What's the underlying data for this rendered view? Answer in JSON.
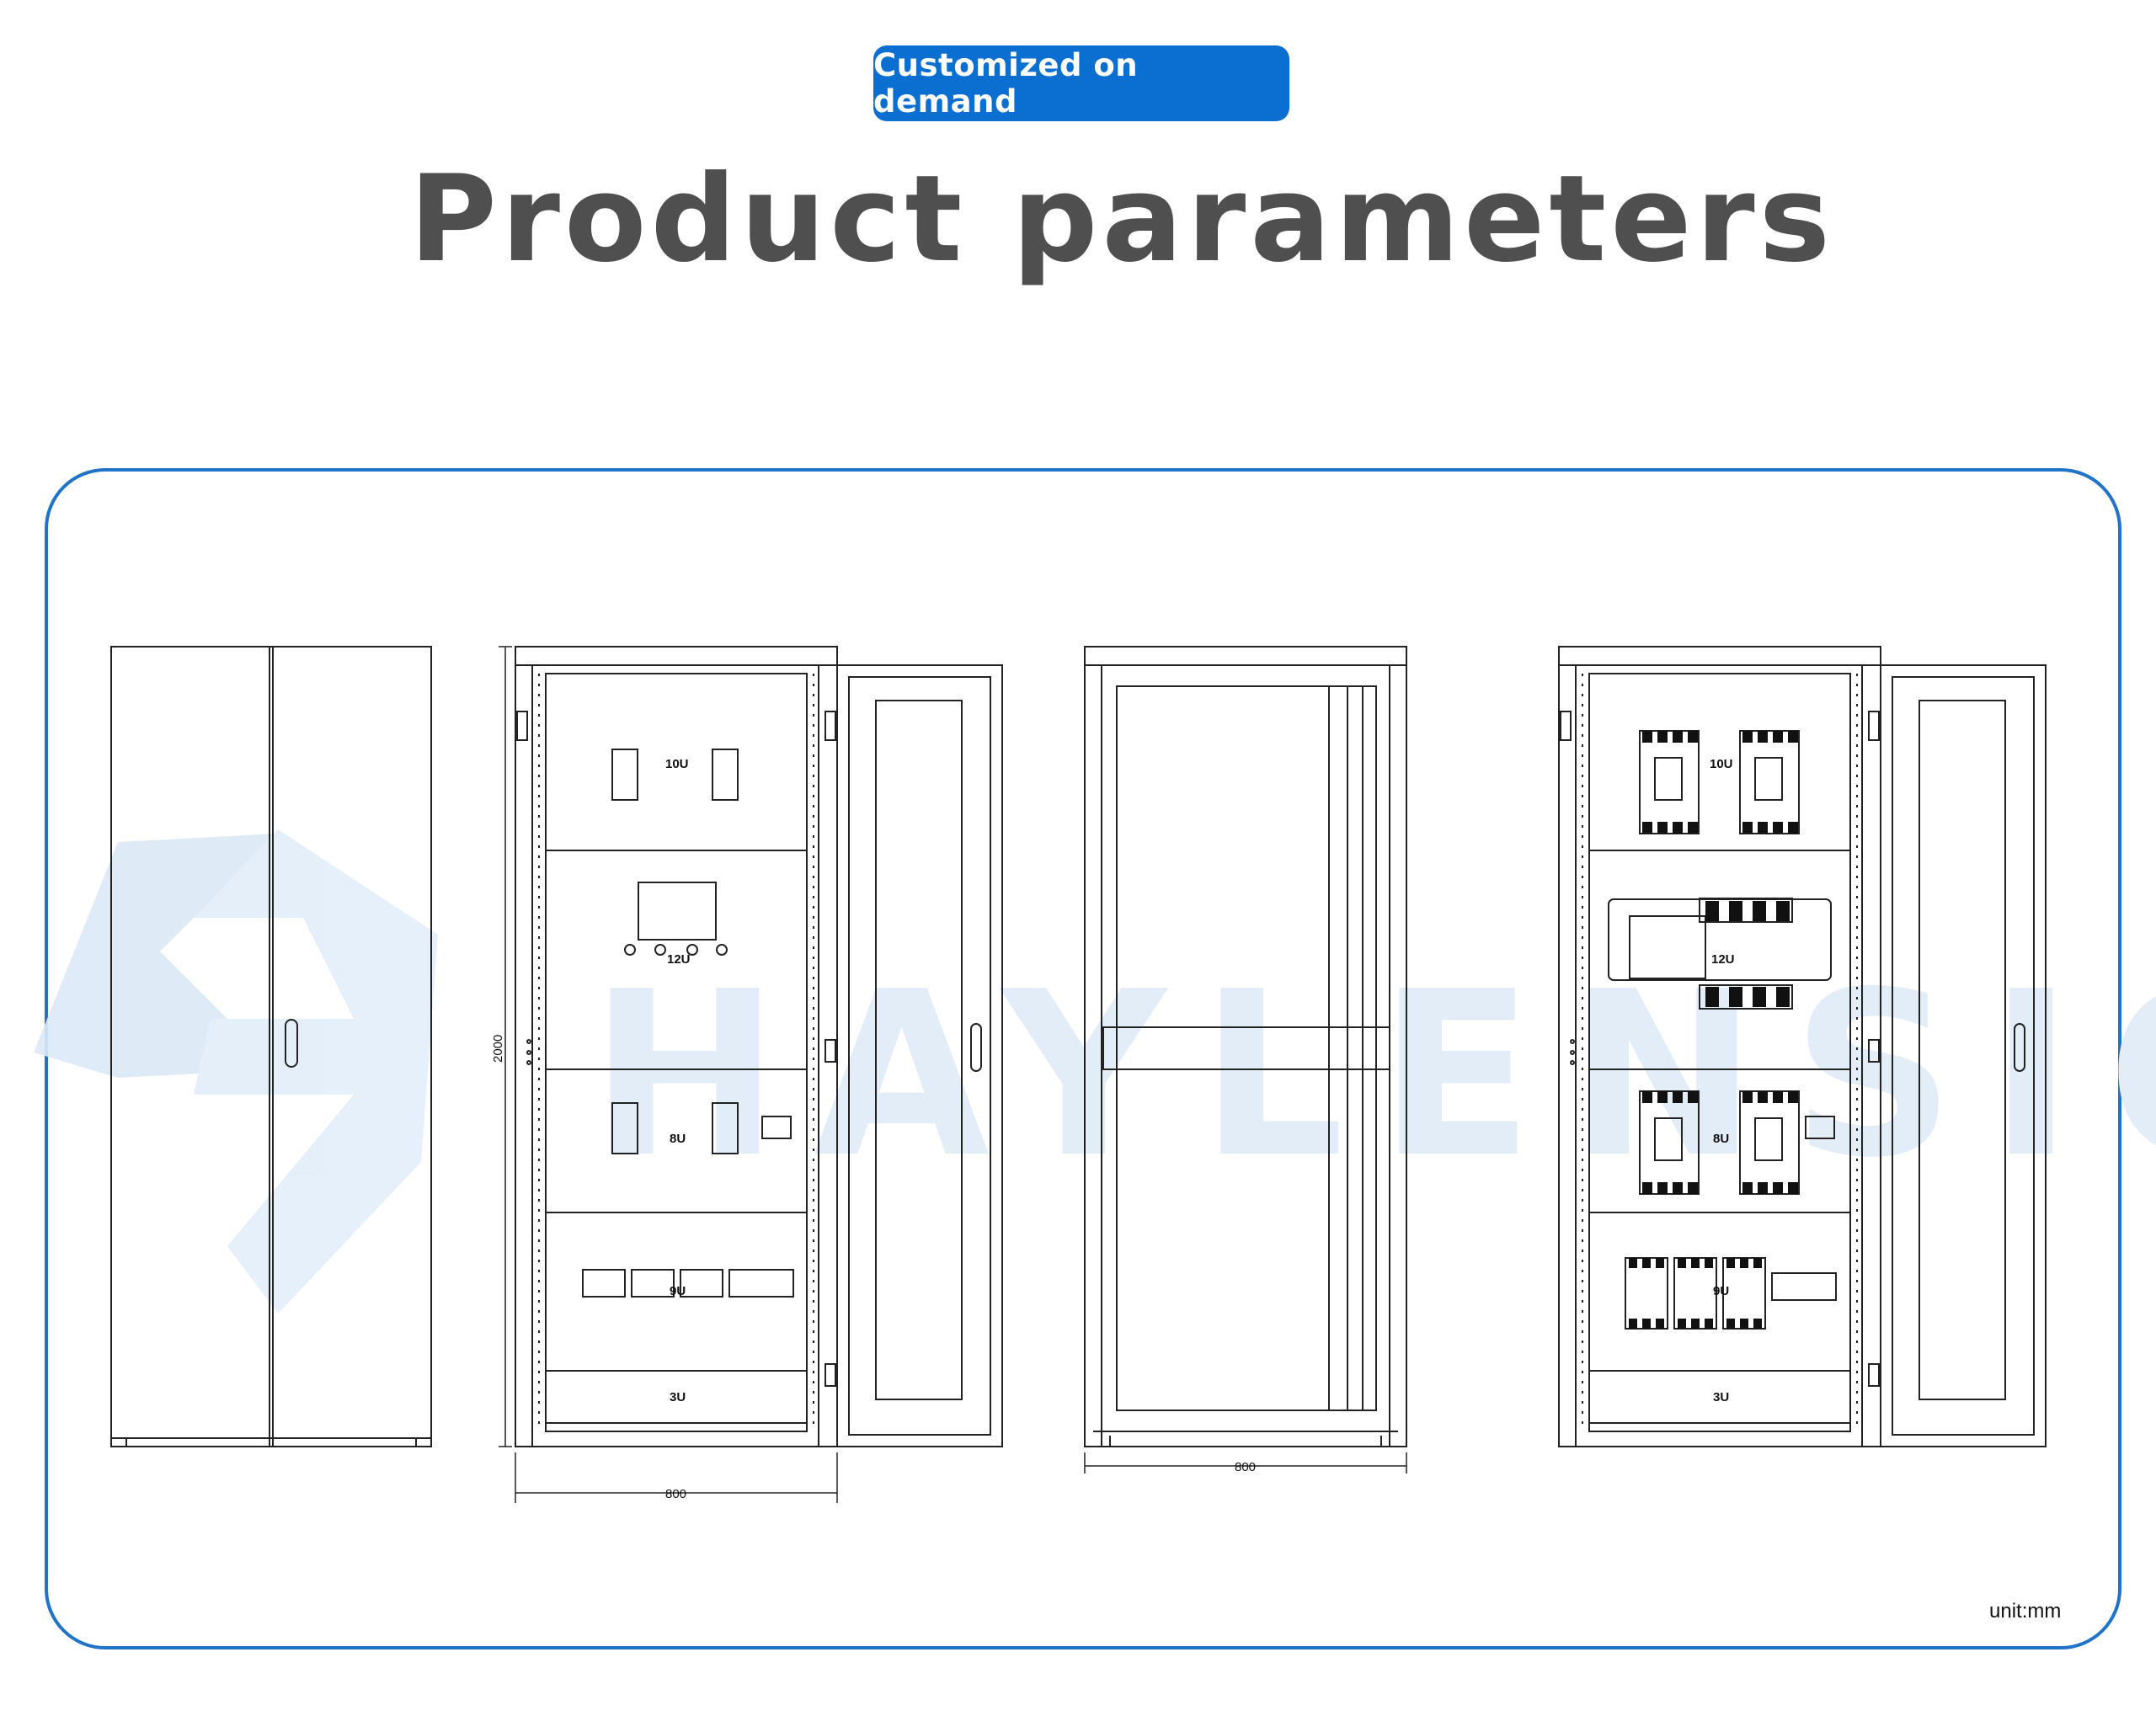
{
  "header": {
    "badge": "Customized on demand",
    "title": "Product parameters"
  },
  "drawing": {
    "watermark": "HAYLENSION",
    "unit": "unit:mm",
    "height_label": "2000",
    "width_label": "800",
    "rack_units_front": [
      "10U",
      "12U",
      "8U",
      "9U",
      "3U"
    ],
    "rack_units_installed": [
      "10U",
      "12U",
      "8U",
      "9U",
      "3U"
    ]
  },
  "colors": {
    "accent": "#0a6fd0",
    "frame": "#1f74c9",
    "title": "#4f4f4f",
    "watermark": "#dbe9f7"
  }
}
